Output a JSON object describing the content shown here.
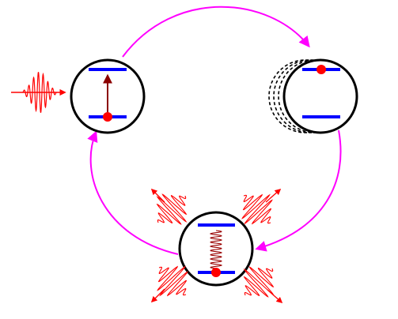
{
  "diagram": {
    "description_visible_text": [],
    "atoms": [
      {
        "id": "excitation",
        "state": "ground-to-excited"
      },
      {
        "id": "excited-breathing",
        "state": "excited"
      },
      {
        "id": "emission",
        "state": "ground-after-decay"
      }
    ],
    "colors": {
      "cycle_arrow": "#ff00ff",
      "level": "#0000ff",
      "electron": "#ff0000",
      "transition_arrow": "#8b0000",
      "pulse": "#ff0000",
      "circle_outline": "#000000",
      "wave": "#990000"
    },
    "icons": [
      "laser-pulse",
      "electron-dot",
      "energy-level",
      "emitted-photon"
    ]
  }
}
